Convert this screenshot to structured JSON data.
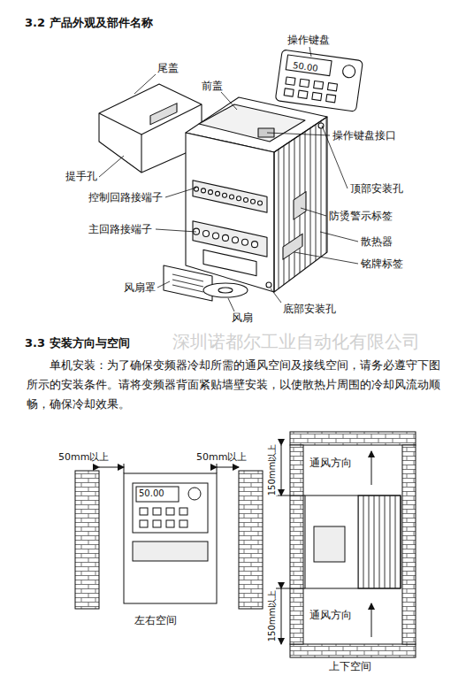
{
  "diagram": {
    "labels": [
      "3.2 产品外观及部件名称",
      "尾盖",
      "前盖",
      "操作键盘",
      "操作键盘接口",
      "提手孔",
      "顶部安装孔",
      "控制回路接端子",
      "防烫警示标签",
      "主回路接端子",
      "散热器",
      "铭牌标签",
      "风扇罩",
      "风扇",
      "底部安装孔",
      "50.00",
      "3.3 安装方向与空间",
      "深圳诺都尔工业自动化有限公司",
      "单机安装：为了确保变频器冷却所需的通风空间及接线空间，请务必遵守下图所示的安装条件。请将变频器背面紧贴墙壁安装，以使散热片周围的冷却风流动顺畅，确保冷却效果。",
      "50mm以上",
      "50mm以上",
      "150mm以上",
      "通风方向",
      "150mm以上",
      "通风方向",
      "50.00",
      "左右空间",
      "上下空间"
    ]
  }
}
